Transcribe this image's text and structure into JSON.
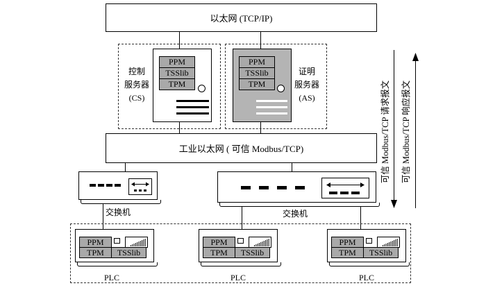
{
  "colors": {
    "background": "#ffffff",
    "line": "#000000",
    "dashed_border": "#333333",
    "module_fill": "#a9a9a9",
    "attestation_server_fill": "#b4b4b4",
    "attestation_server_bays": "#ffffff"
  },
  "icons": {
    "server_indicator": "power-led-icon",
    "server_bays": "drive-bay-lines-icon",
    "switch_ports": "network-port-icon",
    "switch_direction": "bidirectional-arrow-icon",
    "plc_indicator": "status-led-icon",
    "plc_meter": "bar-meter-icon",
    "message_flow": "arrow-icon"
  },
  "ethernet": {
    "label": "以太网 (TCP/IP)"
  },
  "control_server": {
    "name_lines": [
      "控制",
      "服务器",
      "(CS)"
    ],
    "modules": [
      "PPM",
      "TSSlib",
      "TPM"
    ]
  },
  "attestation_server": {
    "name_lines": [
      "证明",
      "服务器",
      "(AS)"
    ],
    "modules": [
      "PPM",
      "TSSlib",
      "TPM"
    ]
  },
  "industrial_ethernet": {
    "label": "工业以太网 ( 可信 Modbus/TCP)"
  },
  "switches": [
    {
      "label": "交换机"
    },
    {
      "label": "交换机"
    }
  ],
  "plcs": [
    {
      "label": "PLC",
      "ppm": "PPM",
      "tpm": "TPM",
      "tsslib": "TSSlib"
    },
    {
      "label": "PLC",
      "ppm": "PPM",
      "tpm": "TPM",
      "tsslib": "TSSlib"
    },
    {
      "label": "PLC",
      "ppm": "PPM",
      "tpm": "TPM",
      "tsslib": "TSSlib"
    }
  ],
  "message_flows": {
    "request": "可信 Modbus/TCP 请求报文",
    "response": "可信 Modbus/TCP 响应报文"
  }
}
